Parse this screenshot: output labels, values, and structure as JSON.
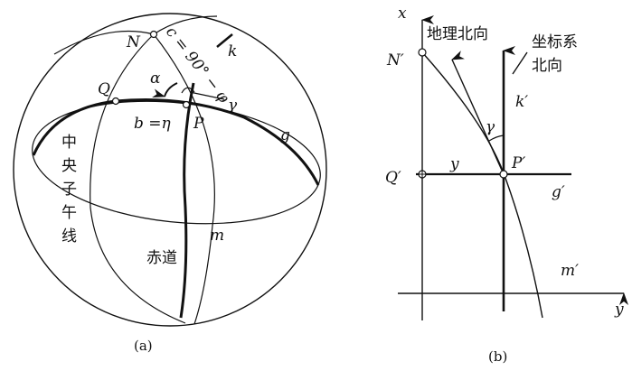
{
  "figure_a": {
    "caption": "(a)",
    "labels": {
      "N": "N",
      "Q": "Q",
      "P": "P",
      "k": "k",
      "g": "g",
      "m": "m",
      "alpha": "α",
      "gamma": "γ",
      "b_eta": "b =η",
      "c": "c = 90° − φ"
    },
    "central_meridian": [
      "中",
      "央",
      "子",
      "午",
      "线"
    ],
    "equator": "赤道"
  },
  "figure_b": {
    "caption": "(b)",
    "labels": {
      "x": "x",
      "y_axis": "y",
      "y_seg": "y",
      "N": "N′",
      "Q": "Q′",
      "P": "P′",
      "k": "k′",
      "g": "g′",
      "m": "m′",
      "gamma": "γ"
    },
    "geo_north": "地理北向",
    "grid_north": [
      "坐标系",
      "北向"
    ]
  }
}
